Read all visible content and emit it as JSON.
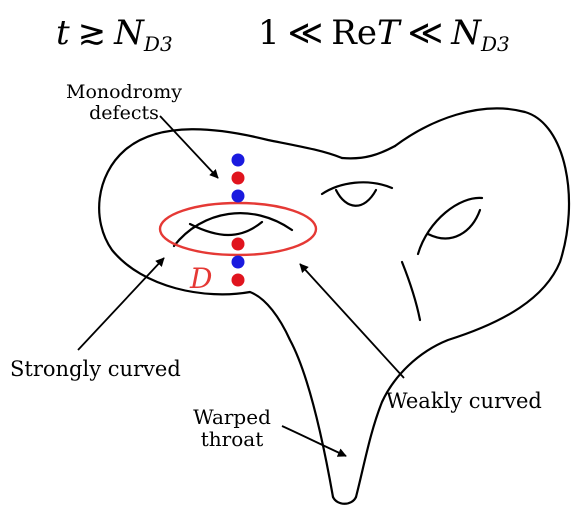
{
  "header": {
    "cond1": {
      "var": "t",
      "rel": "≳",
      "N": "N",
      "sub": "D3"
    },
    "cond2": {
      "one": "1",
      "ll1": "≪",
      "re": "Re",
      "T": "T",
      "ll2": "≪",
      "N": "N",
      "sub": "D3"
    }
  },
  "labels": {
    "monodromy_line1": "Monodromy",
    "monodromy_line2": "defects",
    "d_label": "D",
    "strongly_curved": "Strongly curved",
    "weakly_curved": "Weakly curved",
    "warped_line1": "Warped",
    "warped_line2": "throat"
  },
  "colors": {
    "outline": "#000000",
    "ring": "#e53935",
    "d_label": "#e53935",
    "defect_blue": "#1a1adf",
    "defect_red": "#e0141e",
    "background": "#ffffff"
  },
  "defects": {
    "upper_column": [
      "blue",
      "red",
      "blue"
    ],
    "lower_column": [
      "red",
      "blue",
      "red"
    ]
  }
}
